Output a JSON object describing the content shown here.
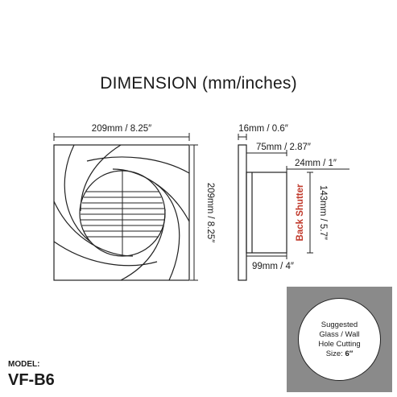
{
  "title": "DIMENSION (mm/inches)",
  "front": {
    "width_label": "209mm / 8.25″",
    "height_label": "209mm / 8.25″"
  },
  "side": {
    "panel_label": "16mm / 0.6″",
    "depth_label": "75mm / 2.87″",
    "shutter_depth_label": "24mm / 1″",
    "shutter_height_label": "143mm / 5.7″",
    "body_label": "99mm / 4″",
    "shutter_name": "Back Shutter"
  },
  "model": {
    "label": "MODEL:",
    "value": "VF-B6"
  },
  "hole": {
    "line1": "Suggested",
    "line2": "Glass / Wall",
    "line3": "Hole Cutting",
    "size_prefix": "Size: ",
    "size_value": "6″"
  },
  "colors": {
    "accent": "#c0392b",
    "hole_bg": "#8a8a8a"
  }
}
